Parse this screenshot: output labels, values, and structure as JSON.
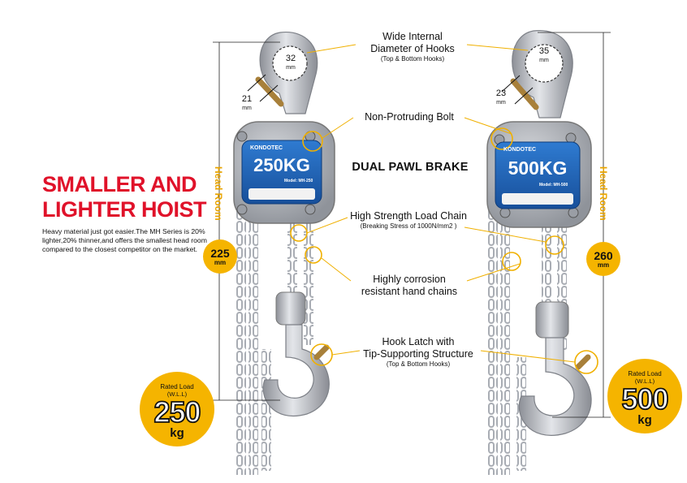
{
  "headline": {
    "line1": "SMALLER AND",
    "line2": "LIGHTER HOIST"
  },
  "description": "Heavy material just got easier.The MH Series is 20% lighter,20% thinner,and offers the smallest head room compared to the closest competitor on the market.",
  "callouts": {
    "hooks_main1": "Wide Internal",
    "hooks_main2": "Diameter of Hooks",
    "hooks_sub": "(Top & Bottom Hooks)",
    "bolt": "Non-Protruding Bolt",
    "brake": "DUAL PAWL BRAKE",
    "chain_main": "High Strength Load Chain",
    "chain_sub": "(Breaking Stress of 1000N/mm2 )",
    "hand_main1": "Highly corrosion",
    "hand_main2": "resistant hand chains",
    "latch_main1": "Hook Latch with",
    "latch_main2": "Tip-Supporting Structure",
    "latch_sub": "(Top & Bottom Hooks)"
  },
  "left_hoist": {
    "brand": "KONDOTEC",
    "capacity_label": "250KG",
    "model": "Model: MH-250",
    "hook_inner_dia": "32",
    "hook_opening": "21",
    "dim_unit": "mm",
    "head_room_label": "Head Room",
    "head_room_value": "225",
    "head_room_unit": "mm",
    "rated_label": "Rated Load",
    "rated_sub": "(W.L.L)",
    "rated_value": "250",
    "rated_unit": "kg"
  },
  "right_hoist": {
    "brand": "KONDOTEC",
    "capacity_label": "500KG",
    "model": "Model: MH-500",
    "hook_inner_dia": "35",
    "hook_opening": "23",
    "dim_unit": "mm",
    "head_room_label": "Head Room",
    "head_room_value": "260",
    "head_room_unit": "mm",
    "rated_label": "Rated Load",
    "rated_sub": "(W.L.L)",
    "rated_value": "500",
    "rated_unit": "kg"
  },
  "colors": {
    "accent_red": "#e0122a",
    "badge_yellow": "#f5b400",
    "plate_blue": "#1f63b5",
    "metal": "#b9bcc2"
  }
}
